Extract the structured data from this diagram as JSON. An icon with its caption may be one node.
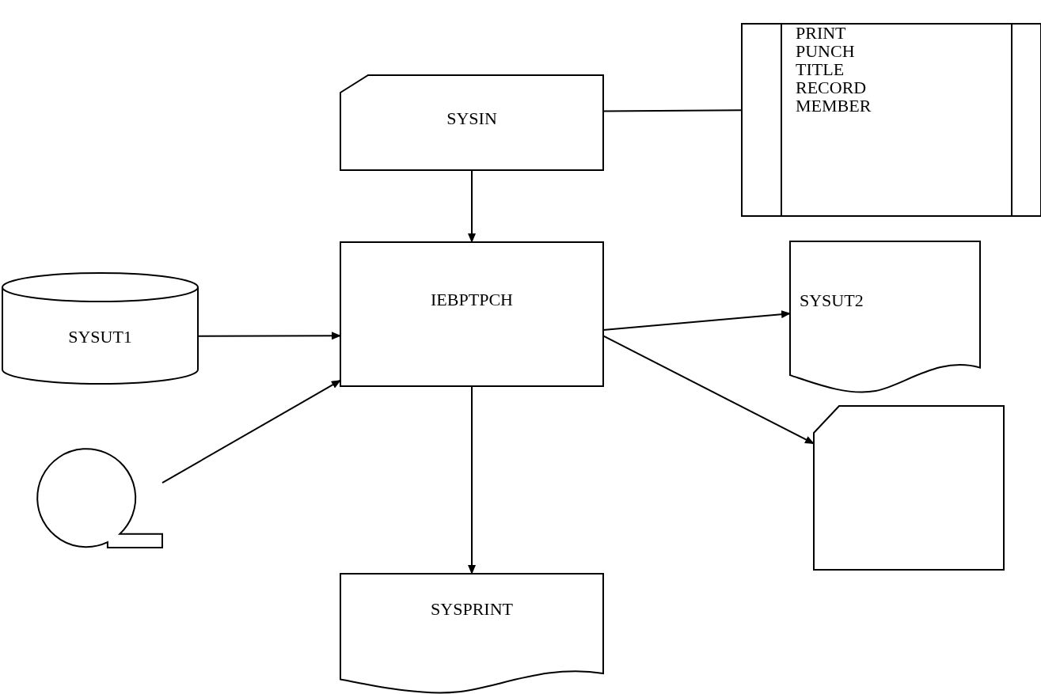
{
  "diagram": {
    "nodes": [
      {
        "text": [
          "SYSIN"
        ]
      },
      {
        "text": [
          "PRINT",
          "PUNCH",
          "TITLE",
          "RECORD",
          "MEMBER"
        ]
      },
      {
        "text": [
          "IEBPTPCH"
        ]
      },
      {
        "text": [
          "SYSUT1"
        ]
      },
      {
        "text": [],
        "shape": "circle"
      },
      {
        "text": [
          "SYSUT2"
        ]
      },
      {
        "text": [],
        "shape": "card"
      },
      {
        "text": [
          "SYSPRINT"
        ]
      }
    ],
    "edges": [
      {
        "from": 0,
        "to": 1,
        "arrow": "none"
      },
      {
        "from": 0,
        "to": 2,
        "arrow": "to"
      },
      {
        "from": 3,
        "to": 2,
        "arrow": "to"
      },
      {
        "from": 4,
        "to": 2,
        "arrow": "to"
      },
      {
        "from": 2,
        "to": 5,
        "arrow": "to"
      },
      {
        "from": 2,
        "to": 6,
        "arrow": "to"
      },
      {
        "from": 2,
        "to": 7,
        "arrow": "to"
      }
    ]
  }
}
